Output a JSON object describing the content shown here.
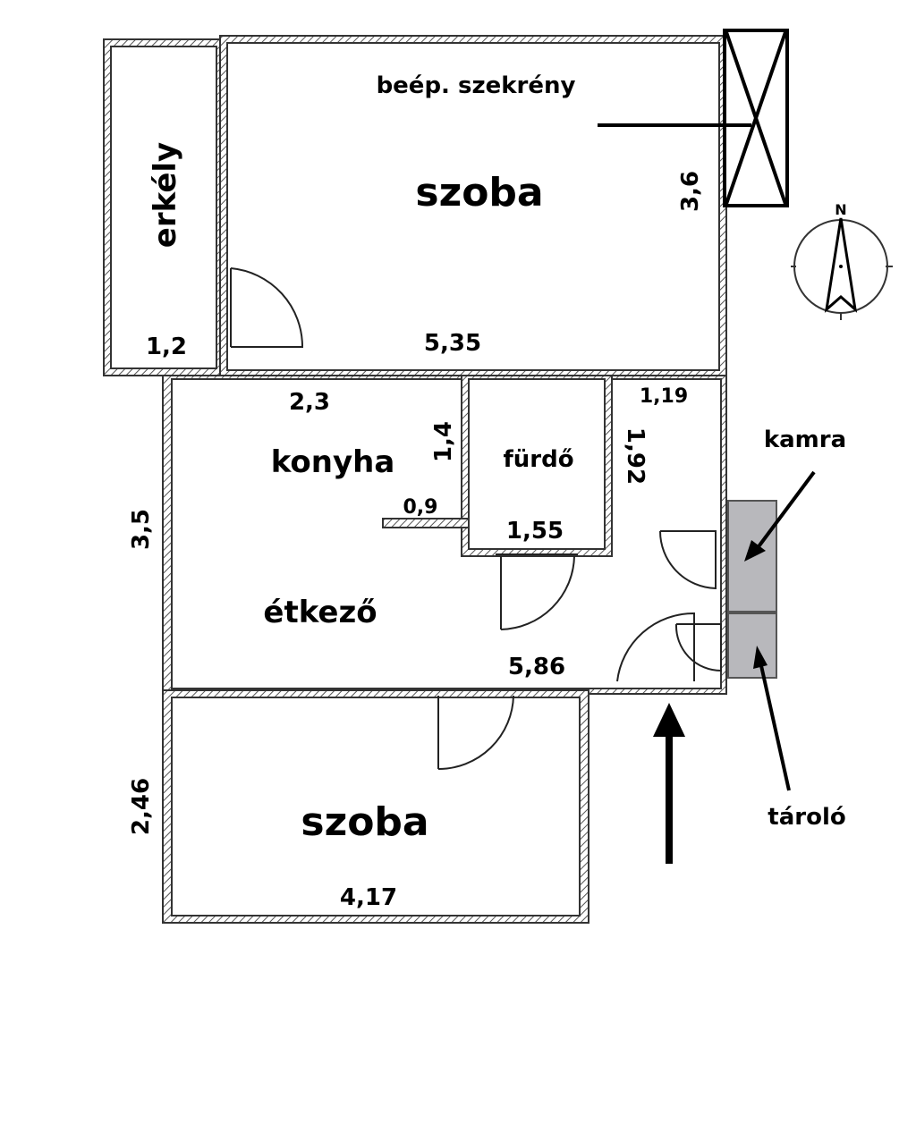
{
  "rooms": {
    "built_in_wardrobe": "beép. szekrény",
    "room_top": "szoba",
    "balcony": "erkély",
    "kitchen": "konyha",
    "bathroom": "fürdő",
    "dining": "étkező",
    "room_bottom": "szoba",
    "pantry": "kamra",
    "storage": "tároló"
  },
  "dimensions": {
    "balcony_width": "1,2",
    "room_top_width": "5,35",
    "room_top_depth": "3,6",
    "kitchen_width": "2,3",
    "kitchen_niche": "1,4",
    "kitchen_counter": "0,9",
    "bathroom_width": "1,55",
    "hall_width": "1,19",
    "hall_depth": "1,92",
    "dining_depth": "3,5",
    "dining_width": "5,86",
    "room_bottom_depth": "2,46",
    "room_bottom_width": "4,17"
  },
  "compass": {
    "north_label": "N"
  },
  "colors": {
    "storage_fill": "#b8b8bc",
    "wall_stroke": "#444444"
  }
}
